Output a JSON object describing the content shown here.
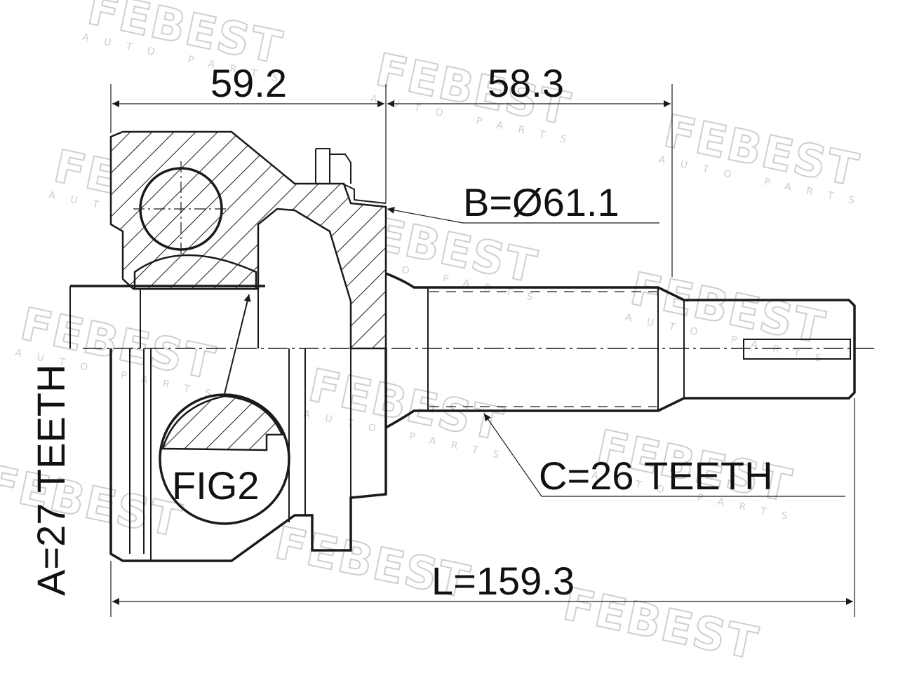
{
  "brand": {
    "watermark": "FEBEST",
    "watermark_sub": "AUTO PARTS"
  },
  "dimensions": {
    "top_left": "59.2",
    "top_right": "58.3",
    "outer_diameter": "B=Ø61.1",
    "outer_spline": "C=26 TEETH",
    "inner_spline": "A=27 TEETH",
    "overall_length": "L=159.3"
  },
  "figure_label": "FIG2"
}
